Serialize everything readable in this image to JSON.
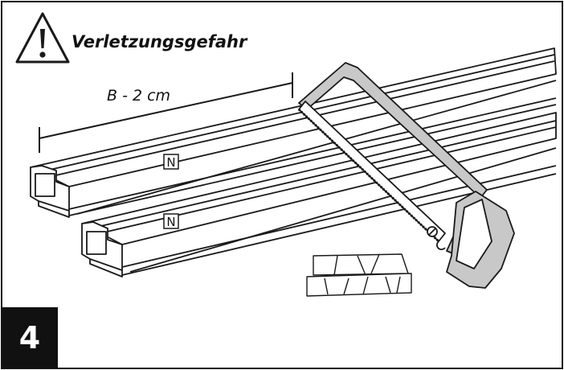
{
  "warning": {
    "label": "Verletzungsgefahr",
    "icon": "warning-triangle-icon"
  },
  "dimension": {
    "label": "B - 2 cm"
  },
  "rails": [
    {
      "mark": "N"
    },
    {
      "mark": "N"
    }
  ],
  "step": {
    "number": "4"
  },
  "tools": {
    "saw_icon": "hacksaw-icon",
    "miter_box_icon": "miter-box-icon"
  },
  "colors": {
    "line": "#1a1a1a",
    "saw_frame": "#c8c8c8",
    "step_box": "#111111",
    "background": "#ffffff"
  }
}
